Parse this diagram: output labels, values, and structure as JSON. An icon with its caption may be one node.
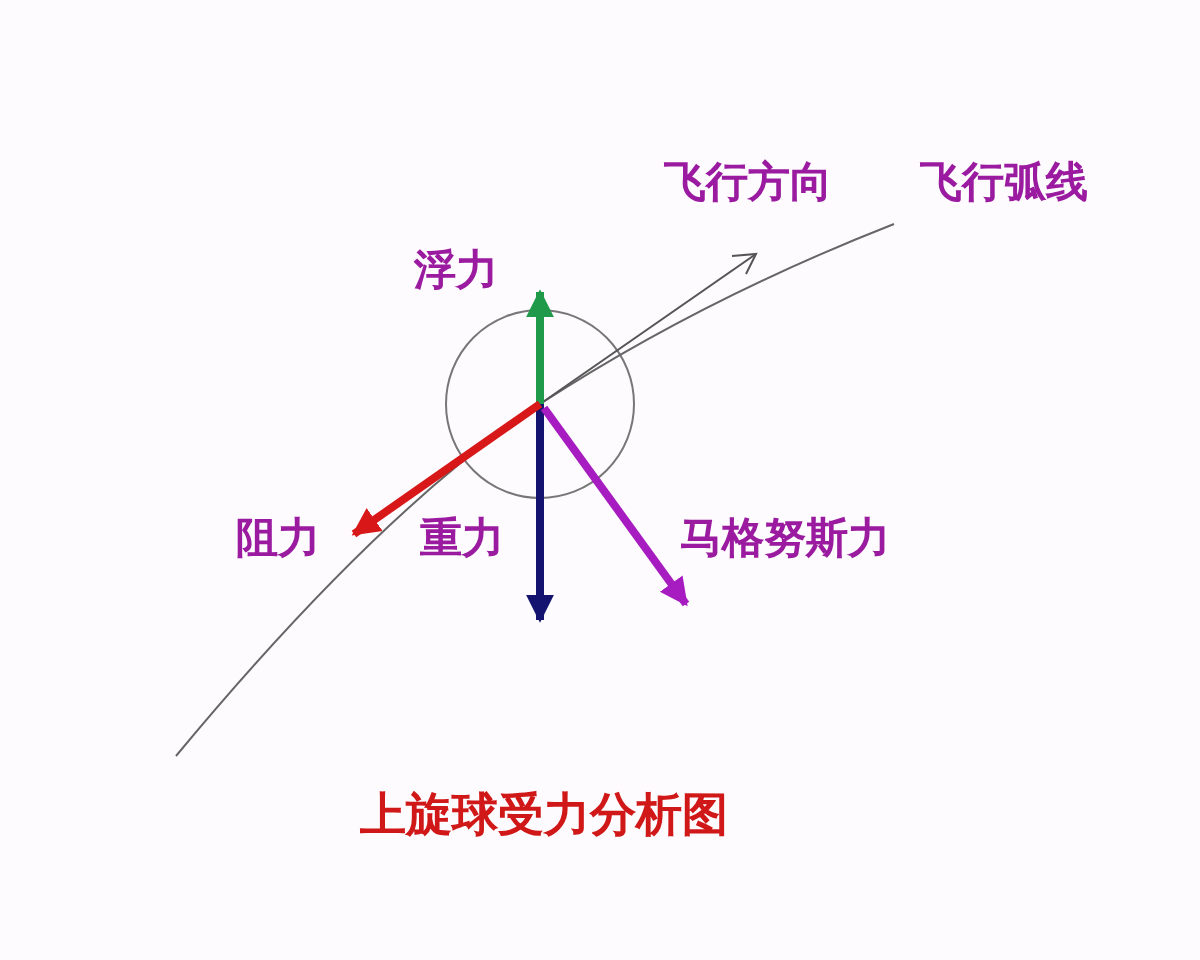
{
  "diagram": {
    "caption": "上旋球受力分析图",
    "labels": [
      "飞行方向",
      "飞行弧线",
      "浮力",
      "阻力",
      "重力",
      "马格努斯力"
    ]
  }
}
